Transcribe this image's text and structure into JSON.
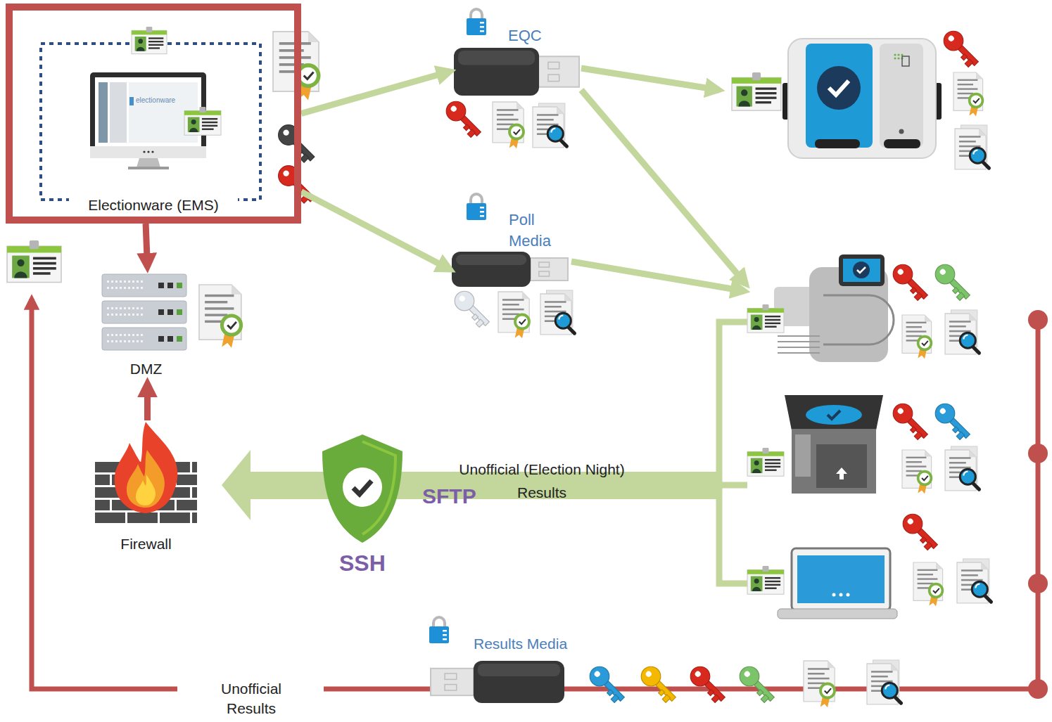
{
  "diagram": {
    "nodes": [
      {
        "text": [
          "Electionware (EMS)"
        ]
      },
      {
        "text": [
          "EQC"
        ]
      },
      {
        "text": [
          "Poll Media"
        ]
      },
      {
        "text": [
          "DMZ"
        ]
      },
      {
        "text": [
          "Firewall"
        ]
      },
      {
        "text": [
          "Results Media"
        ]
      }
    ],
    "edges": [
      {
        "from": 0,
        "to": 1,
        "arrow": "to"
      },
      {
        "from": 0,
        "to": 2,
        "arrow": "to"
      },
      {
        "from": 0,
        "to": 3,
        "arrow": "to"
      },
      {
        "from": 4,
        "to": 3,
        "arrow": "to"
      }
    ],
    "labels": [
      "electionware",
      "Unofficial (Election Night) Results",
      "SFTP",
      "SSH",
      "Unofficial Results"
    ]
  }
}
